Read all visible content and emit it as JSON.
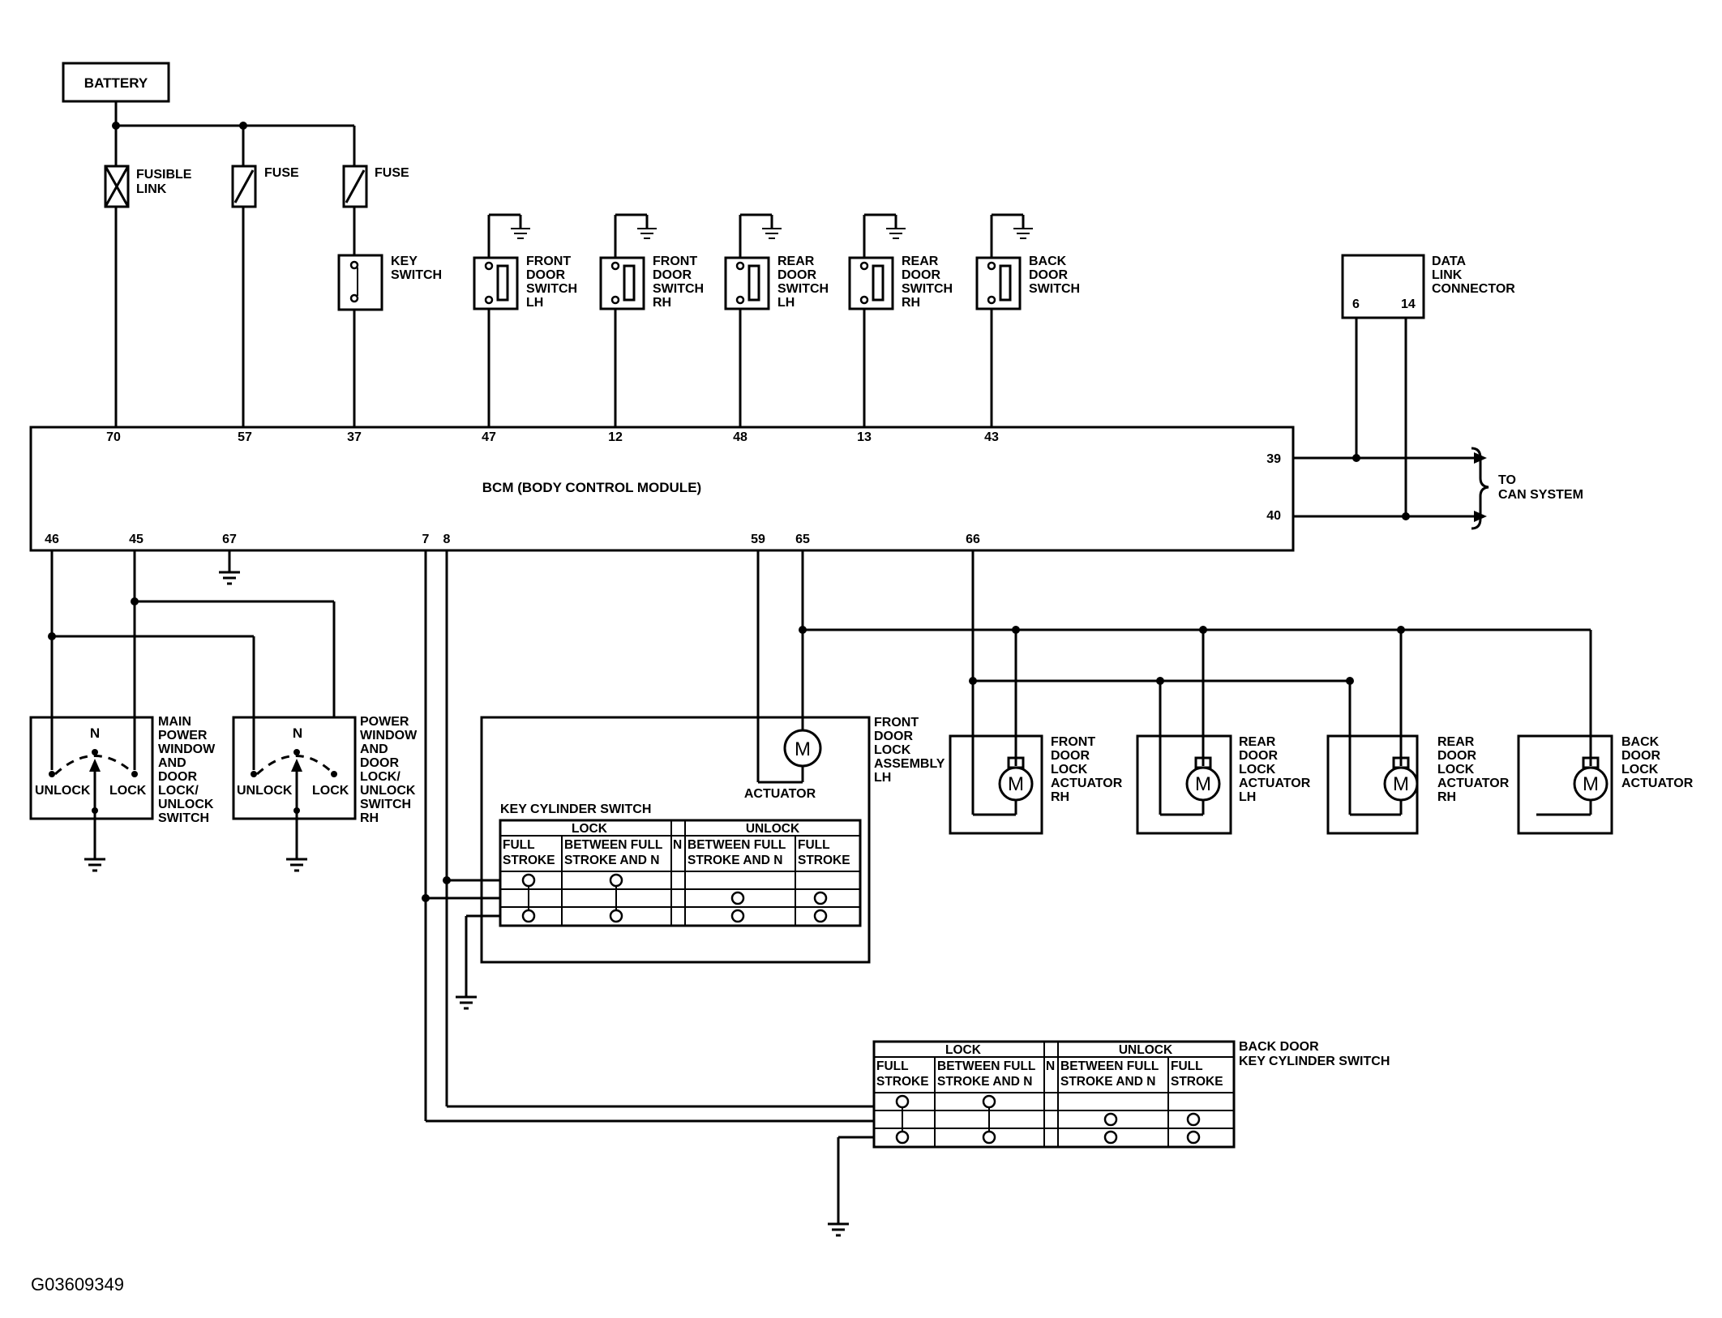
{
  "diagram_id": "G03609349",
  "battery": "BATTERY",
  "fusible_link": [
    "FUSIBLE",
    "LINK"
  ],
  "fuse_1": "FUSE",
  "fuse_2": "FUSE",
  "key_switch": [
    "KEY",
    "SWITCH"
  ],
  "front_door_switch_lh": [
    "FRONT",
    "DOOR",
    "SWITCH",
    "LH"
  ],
  "front_door_switch_rh": [
    "FRONT",
    "DOOR",
    "SWITCH",
    "RH"
  ],
  "rear_door_switch_lh": [
    "REAR",
    "DOOR",
    "SWITCH",
    "LH"
  ],
  "rear_door_switch_rh": [
    "REAR",
    "DOOR",
    "SWITCH",
    "RH"
  ],
  "back_door_switch": [
    "BACK",
    "DOOR",
    "SWITCH"
  ],
  "data_link_connector": [
    "DATA",
    "LINK",
    "CONNECTOR"
  ],
  "dlc_pins": [
    "6",
    "14"
  ],
  "bcm_label": "BCM (BODY CONTROL MODULE)",
  "bcm_top_pins": [
    "70",
    "57",
    "37",
    "47",
    "12",
    "48",
    "13",
    "43"
  ],
  "bcm_right_pins": [
    "39",
    "40"
  ],
  "bcm_bottom_pins": [
    "46",
    "45",
    "67",
    "7",
    "8",
    "59",
    "65",
    "66"
  ],
  "to_can": [
    "TO",
    "CAN SYSTEM"
  ],
  "main_pw_switch": [
    "MAIN",
    "POWER",
    "WINDOW",
    "AND",
    "DOOR",
    "LOCK/",
    "UNLOCK",
    "SWITCH"
  ],
  "pw_switch_rh": [
    "POWER",
    "WINDOW",
    "AND",
    "DOOR",
    "LOCK/",
    "UNLOCK",
    "SWITCH",
    "RH"
  ],
  "switch_positions": {
    "n": "N",
    "unlock": "UNLOCK",
    "lock": "LOCK"
  },
  "front_door_lock_assembly": [
    "FRONT",
    "DOOR",
    "LOCK",
    "ASSEMBLY",
    "LH"
  ],
  "actuator": "ACTUATOR",
  "motor_symbol": "M",
  "key_cylinder_switch": "KEY CYLINDER SWITCH",
  "back_door_key_cylinder_switch": [
    "BACK DOOR",
    "KEY CYLINDER SWITCH"
  ],
  "cyl_table": {
    "lock": "LOCK",
    "unlock": "UNLOCK",
    "full": "FULL",
    "stroke": "STROKE",
    "between_full": "BETWEEN FULL",
    "stroke_and_n": "STROKE AND N",
    "n": "N"
  },
  "front_door_lock_actuator_rh": [
    "FRONT",
    "DOOR",
    "LOCK",
    "ACTUATOR",
    "RH"
  ],
  "rear_door_lock_actuator_lh": [
    "REAR",
    "DOOR",
    "LOCK",
    "ACTUATOR",
    "LH"
  ],
  "rear_door_lock_actuator_rh": [
    "REAR",
    "DOOR",
    "LOCK",
    "ACTUATOR",
    "RH"
  ],
  "back_door_lock_actuator": [
    "BACK",
    "DOOR",
    "LOCK",
    "ACTUATOR"
  ]
}
